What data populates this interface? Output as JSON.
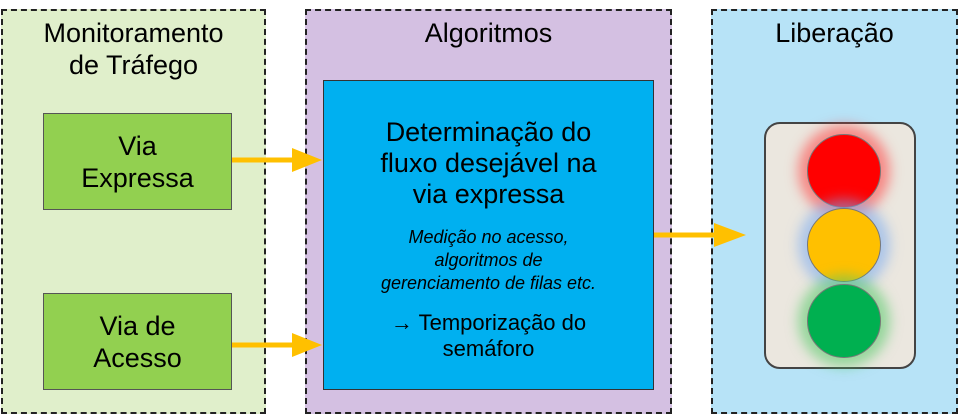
{
  "panels": {
    "monitoring": {
      "title_line1": "Monitoramento",
      "title_line2": "de Tráfego"
    },
    "algorithms": {
      "title": "Algoritmos"
    },
    "release": {
      "title": "Liberação"
    }
  },
  "monitoring_boxes": {
    "expressway": {
      "line1": "Via",
      "line2": "Expressa"
    },
    "access": {
      "line1": "Via de",
      "line2": "Acesso"
    }
  },
  "algorithm_box": {
    "heading_line1": "Determinação do",
    "heading_line2": "fluxo desejável na",
    "heading_line3": "via expressa",
    "detail_line1": "Medição no acesso,",
    "detail_line2": "algoritmos de",
    "detail_line3": "gerenciamento de filas etc.",
    "result_line1": "→ Temporização do",
    "result_line2": "semáforo"
  },
  "traffic_light": {
    "lamps": [
      {
        "name": "red",
        "color": "#ff0000"
      },
      {
        "name": "yellow",
        "color": "#ffc000"
      },
      {
        "name": "green",
        "color": "#00b050"
      }
    ]
  },
  "colors": {
    "arrow": "#ffc000",
    "monitoring_bg": "#e0efcb",
    "algorithms_bg": "#d4c0e2",
    "release_bg": "#b7e3f7",
    "green_box": "#92d050",
    "blue_box": "#00b0f0"
  }
}
